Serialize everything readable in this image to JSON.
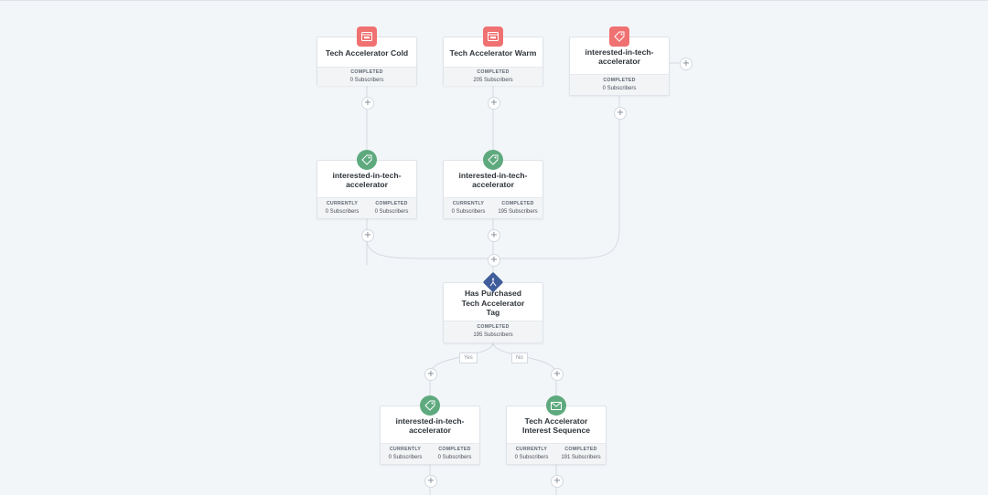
{
  "colors": {
    "trigger_red": "#f07171",
    "action_green": "#5eaa7e",
    "condition_blue": "#3f5d9a",
    "canvas_bg": "#f3f6f9"
  },
  "nodes": {
    "trigger_cold": {
      "icon": "form-icon",
      "title": "Tech Accelerator Cold",
      "stat_label": "COMPLETED",
      "stat_value": "0 Subscribers"
    },
    "trigger_warm": {
      "icon": "form-icon",
      "title": "Tech Accelerator Warm",
      "stat_label": "COMPLETED",
      "stat_value": "205 Subscribers"
    },
    "trigger_tag": {
      "icon": "tag-icon",
      "title": "interested-in-tech-accelerator",
      "stat_label": "COMPLETED",
      "stat_value": "0 Subscribers"
    },
    "action_tag_1": {
      "icon": "tag-icon",
      "title": "interested-in-tech-accelerator",
      "currently_label": "CURRENTLY",
      "currently_value": "0 Subscribers",
      "completed_label": "COMPLETED",
      "completed_value": "0 Subscribers"
    },
    "action_tag_2": {
      "icon": "tag-icon",
      "title": "interested-in-tech-accelerator",
      "currently_label": "CURRENTLY",
      "currently_value": "0 Subscribers",
      "completed_label": "COMPLETED",
      "completed_value": "195 Subscribers"
    },
    "condition": {
      "icon": "branch-icon",
      "title": "Has Purchased Tech Accelerator Tag",
      "stat_label": "COMPLETED",
      "stat_value": "195 Subscribers",
      "yes_label": "Yes",
      "no_label": "No"
    },
    "yes_action": {
      "icon": "tag-icon",
      "title": "interested-in-tech-accelerator",
      "currently_label": "CURRENTLY",
      "currently_value": "0 Subscribers",
      "completed_label": "COMPLETED",
      "completed_value": "0 Subscribers"
    },
    "no_action": {
      "icon": "email-icon",
      "title": "Tech Accelerator Interest Sequence",
      "currently_label": "CURRENTLY",
      "currently_value": "0 Subscribers",
      "completed_label": "COMPLETED",
      "completed_value": "191 Subscribers"
    }
  },
  "plus_symbol": "+"
}
